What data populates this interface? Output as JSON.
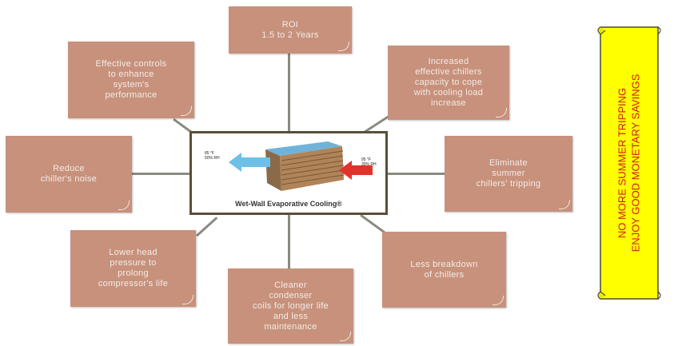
{
  "diagram": {
    "center": {
      "caption": "Wet-Wall Evaporative Cooling®",
      "hot_air_label": "95 °F\n30% RH",
      "cool_air_label": "85 °F\n50% RH"
    },
    "benefits": {
      "roi": "ROI\n1.5 to 2 Years",
      "capacity": "Increased\neffective chillers\ncapacity to cope\nwith cooling load\nincrease",
      "tripping": "Eliminate\nsummer\nchillers' tripping",
      "breakdown": "Less breakdown\nof chillers",
      "condenser": "Cleaner\ncondenser\ncoils for longer life\nand less\nmaintenance",
      "head_pressure": "Lower head\npressure to\nprolong\ncompressor's life",
      "noise": "Reduce\nchiller's noise",
      "controls": "Effective controls\nto enhance\nsystem's\nperformance"
    }
  },
  "banner": {
    "line1": "NO MORE SUMMER TRIPPING",
    "line2": "ENJOY GOOD MONETARY SAVINGS"
  },
  "colors": {
    "card": "#c7917c",
    "banner_fill": "#ffff00",
    "banner_text": "#d01a10",
    "connector": "#8a8a80"
  }
}
